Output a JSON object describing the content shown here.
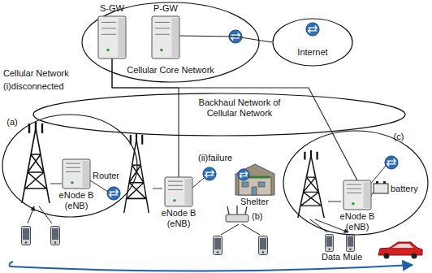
{
  "diagram": {
    "nodes": [
      {
        "text": [
          "Cellular Core Network"
        ]
      },
      {
        "text": [
          "S-GW"
        ],
        "in": 0
      },
      {
        "text": [
          "P-GW"
        ],
        "in": 0
      },
      {
        "text": [
          "Internet"
        ]
      },
      {
        "text": [
          "Backhaul Network of Cellular Network"
        ]
      },
      {
        "text": [
          "(a)"
        ]
      },
      {
        "text": [
          "eNode B (eNB)"
        ],
        "in": 5
      },
      {
        "text": [
          "eNode B (eNB)"
        ]
      },
      {
        "text": [
          "(c)"
        ]
      },
      {
        "text": [
          "eNode B (eNB)"
        ],
        "in": 8
      }
    ],
    "edges": [
      {
        "from": 1,
        "to": 7,
        "arrow": "none"
      },
      {
        "from": 1,
        "to": 9,
        "arrow": "none"
      },
      {
        "from": 2,
        "to": 3,
        "arrow": "none"
      }
    ],
    "labels": [
      "Cellular Network",
      "(i)disconnected",
      "Router",
      "(ii)failure",
      "(b)",
      "Shelter",
      "battery",
      "Data Mule"
    ]
  }
}
